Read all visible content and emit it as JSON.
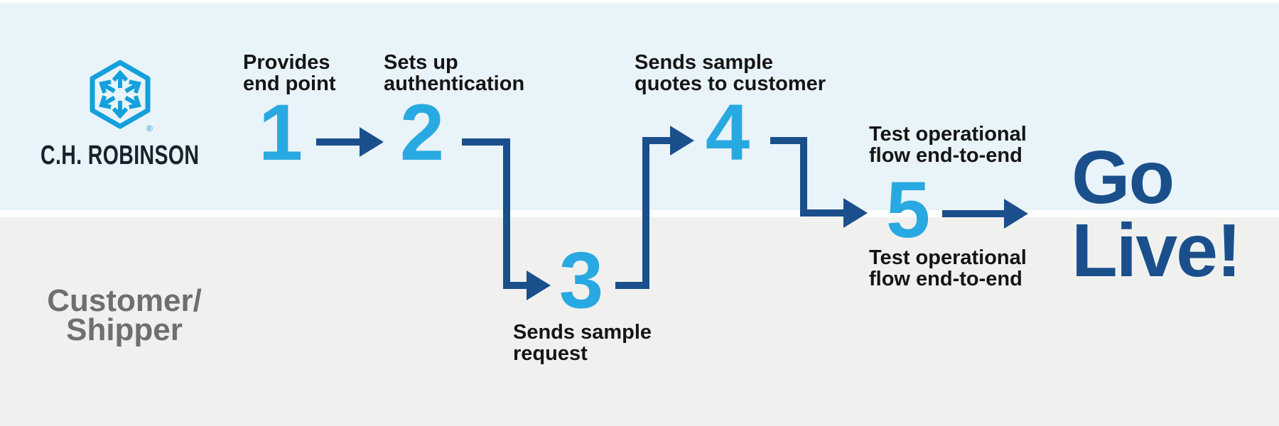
{
  "colors": {
    "background_top_band": "#E9F3FA",
    "background_bottom_band": "#F0F1EF",
    "step_number_blue": "#29A9E1",
    "logo_blue": "#14A0DC",
    "arrow_navy": "#1A4F8C",
    "label_ink": "#151515",
    "wordmark_ink": "#16222C",
    "customer_gray": "#6E6F6E",
    "separator_white": "#FFFFFF"
  },
  "brand": {
    "wordmark": "C.H. ROBINSON",
    "logo_icon": "hexagon-with-six-outward-arrows",
    "registered_mark": "®"
  },
  "lanes": {
    "bottom": {
      "lines": [
        "Customer/",
        "Shipper"
      ]
    }
  },
  "steps": [
    {
      "number": "1",
      "lane": "top",
      "lines": [
        "Provides",
        "end point"
      ]
    },
    {
      "number": "2",
      "lane": "top",
      "lines": [
        "Sets up",
        "authentication"
      ]
    },
    {
      "number": "3",
      "lane": "bottom",
      "lines": [
        "Sends sample",
        "request"
      ]
    },
    {
      "number": "4",
      "lane": "top",
      "lines": [
        "Sends sample",
        "quotes to customer"
      ]
    },
    {
      "number": "5",
      "lane": "middle",
      "label_above": [
        "Test operational",
        "flow end-to-end"
      ],
      "label_below": [
        "Test operational",
        "flow end-to-end"
      ]
    }
  ],
  "outcome": {
    "lines": [
      "Go",
      "Live!"
    ]
  },
  "flow": {
    "connections": [
      "1→2",
      "2→3",
      "3→4",
      "4→5",
      "5→Go Live!"
    ]
  }
}
